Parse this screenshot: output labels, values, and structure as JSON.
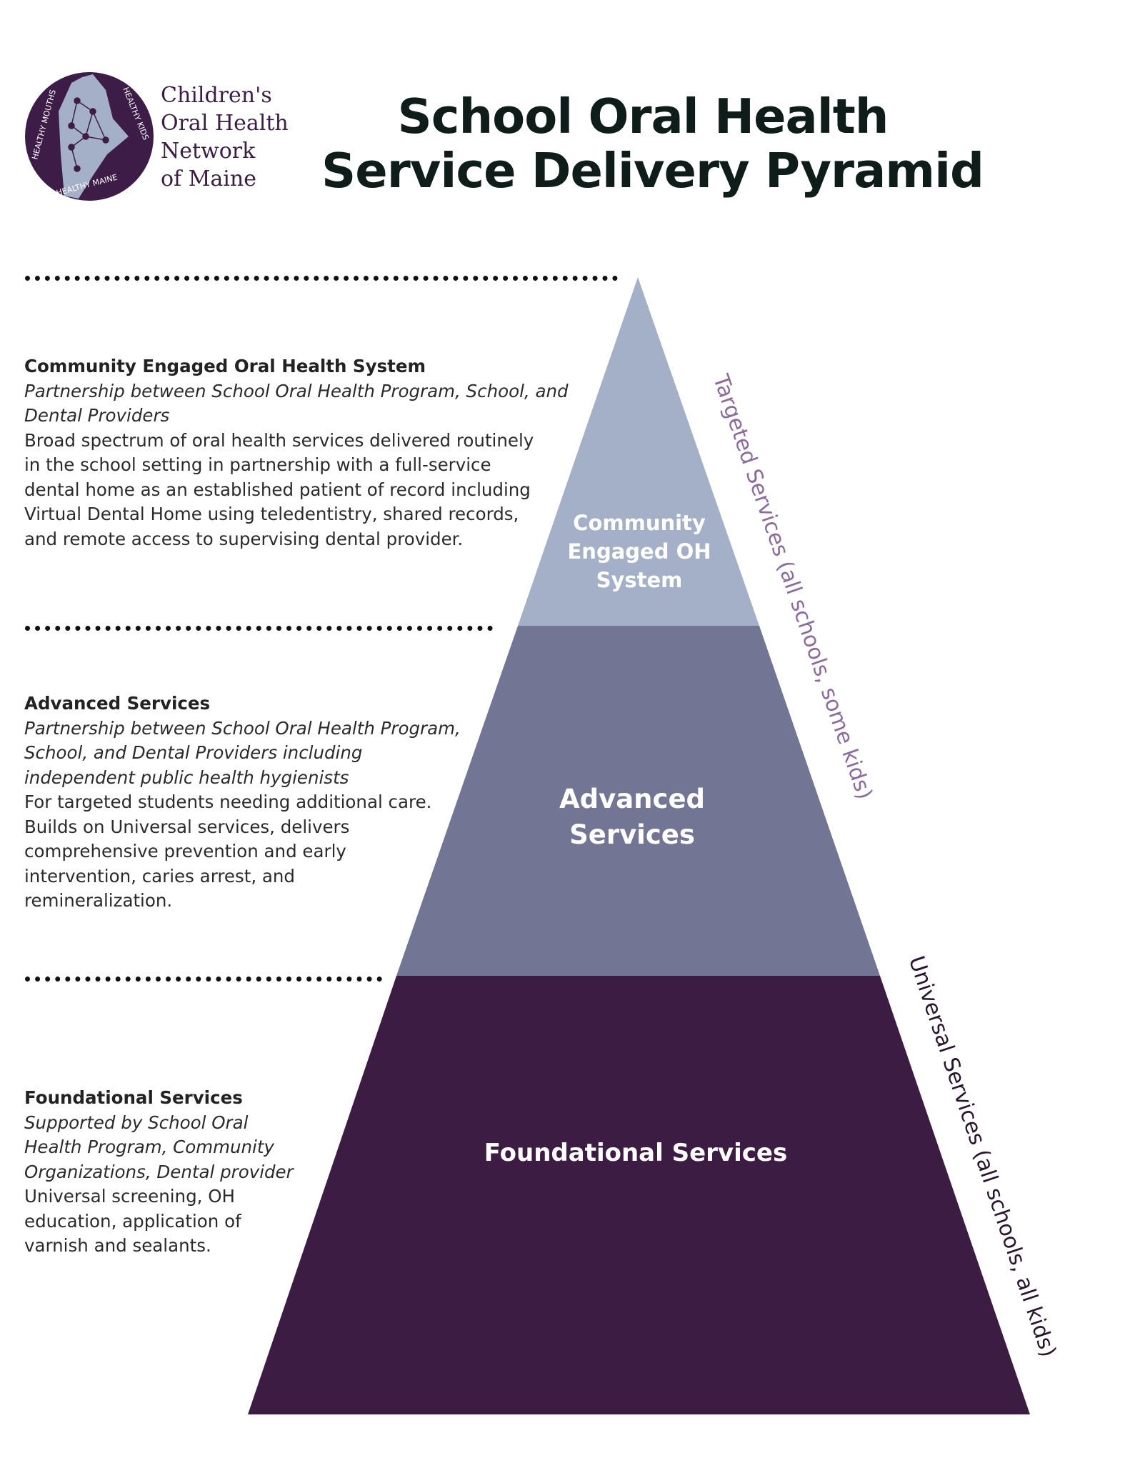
{
  "logo": {
    "name_lines": [
      "Children's",
      "Oral Health",
      "Network",
      "of Maine"
    ],
    "ring_top_left": "HEALTHY MOUTHS",
    "ring_top_right": "HEALTHY KIDS",
    "ring_bottom": "HEALTHY MAINE"
  },
  "title_lines": [
    "School Oral Health",
    "Service Delivery Pyramid"
  ],
  "colors": {
    "tier_top": "#a4b0c8",
    "tier_middle": "#737594",
    "tier_bottom": "#3d1c44",
    "targeted_text": "#8c6aa0",
    "universal_text": "#2a1530",
    "logo_purple": "#3d1d47"
  },
  "descriptions": [
    {
      "heading": "Community Engaged Oral Health System",
      "subtitle_lines": [
        "Partnership between School Oral Health Program, School, and",
        "Dental Providers"
      ],
      "body_lines": [
        "Broad spectrum of oral health services delivered routinely",
        "in the school setting in partnership with a full-service",
        "dental home as an established patient of record including",
        "Virtual Dental Home using teledentistry, shared records,",
        "and remote access to supervising dental provider."
      ]
    },
    {
      "heading": "Advanced Services",
      "subtitle_lines": [
        "Partnership between School Oral Health Program,",
        "School, and Dental Providers including",
        "independent public health hygienists"
      ],
      "body_lines": [
        "For targeted students needing additional care.",
        "Builds on Universal services, delivers",
        "comprehensive prevention and early",
        "intervention, caries arrest, and",
        "remineralization."
      ]
    },
    {
      "heading": "Foundational Services",
      "subtitle_lines": [
        "Supported by School Oral",
        "Health Program, Community",
        "Organizations, Dental provider"
      ],
      "body_lines": [
        "Universal screening, OH",
        "education, application of",
        "varnish and sealants."
      ]
    }
  ],
  "pyramid": {
    "top_label_lines": [
      "Community",
      "Engaged OH",
      "System"
    ],
    "middle_label_lines": [
      "Advanced",
      "Services"
    ],
    "bottom_label": "Foundational Services"
  },
  "side_labels": {
    "targeted": "Targeted Services (all schools, some kids)",
    "universal": "Universal Services (all schools, all kids)"
  }
}
